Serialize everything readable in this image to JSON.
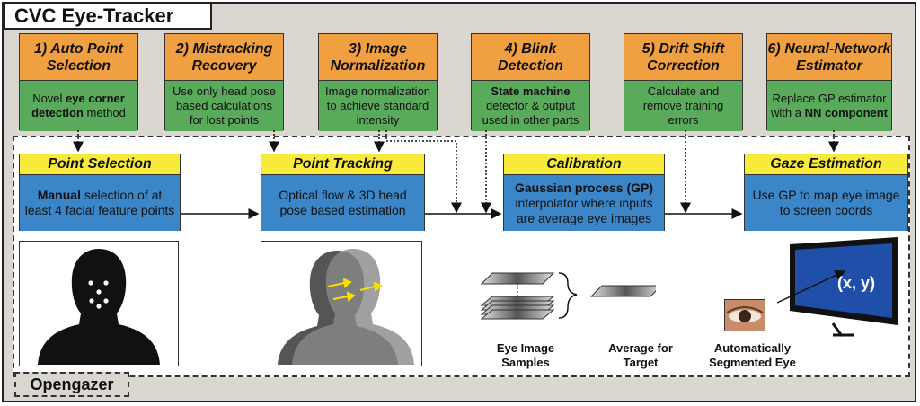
{
  "title": "CVC Eye-Tracker",
  "improvements": [
    {
      "header": "1) Auto Point Selection",
      "body_parts": [
        "Novel ",
        "eye corner detection",
        " method"
      ]
    },
    {
      "header": "2) Mistracking Recovery",
      "body_parts": [
        "Use only head pose based calculations for lost points"
      ]
    },
    {
      "header": "3) Image Normalization",
      "body_parts": [
        "Image normalization to achieve standard intensity"
      ]
    },
    {
      "header": "4) Blink Detection",
      "body_parts": [
        "",
        "State machine",
        " detector & output used in other parts"
      ]
    },
    {
      "header": "5) Drift Shift Correction",
      "body_parts": [
        "Calculate and remove training errors"
      ]
    },
    {
      "header": "6) Neural-Network Estimator",
      "body_parts": [
        "Replace GP estimator with a ",
        "NN component",
        ""
      ]
    }
  ],
  "opengazer_label": "Opengazer",
  "stages": [
    {
      "header": "Point Selection",
      "body_parts": [
        "",
        "Manual",
        " selection of at least 4 facial feature points"
      ]
    },
    {
      "header": "Point Tracking",
      "body_parts": [
        "Optical flow & 3D head pose based estimation"
      ]
    },
    {
      "header": "Calibration",
      "body_parts": [
        "",
        "Gaussian process (GP)",
        " interpolator where inputs are average eye images"
      ]
    },
    {
      "header": "Gaze Estimation",
      "body_parts": [
        "Use GP to map eye image to screen coords"
      ]
    }
  ],
  "captions": {
    "eye_samples": "Eye Image Samples",
    "average": "Average for Target",
    "segmented": "Automatically Segmented Eye",
    "coords": "(x, y)"
  },
  "colors": {
    "improvement_header": "#f0a040",
    "improvement_body": "#5aaa5c",
    "stage_header": "#f7ea3a",
    "stage_body": "#3a86c8",
    "background": "#d9d7cf",
    "screen": "#1f4fa8"
  }
}
